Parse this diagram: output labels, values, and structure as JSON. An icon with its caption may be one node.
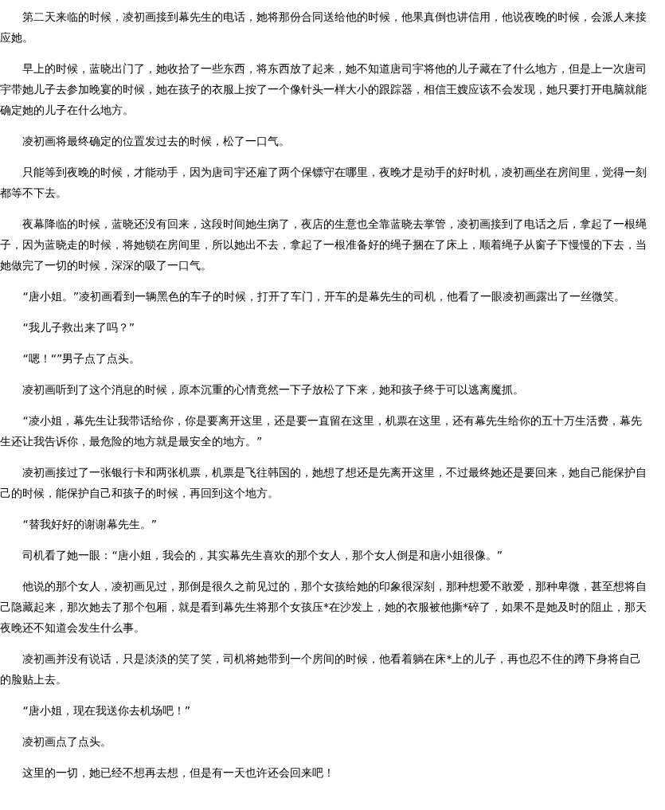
{
  "diagram": {
    "labels": [
      "第二天来临的时候，凌初画接到幕先生的电话，她将那份合同送给他的时候，他果真倒也讲信用，他说夜晚的时候，会派人来接应她。",
      "早上的时候，蓝晓出门了，她收拾了一些东西，将东西放了起来，她不知道唐司宇将他的儿子藏在了什么地方，但是上一次唐司宇带她儿子去参加晚宴的时候，她在孩子的衣服上按了一个像针头一样大小的跟踪器，相信王嫂应该不会发现，她只要打开电脑就能确定她的儿子在什么地方。",
      "凌初画将最终确定的位置发过去的时候，松了一口气。",
      "只能等到夜晚的时候，才能动手，因为唐司宇还雇了两个保镖守在哪里，夜晚才是动手的好时机，凌初画坐在房间里，觉得一刻都等不下去。",
      "夜幕降临的时候，蓝晓还没有回来，这段时间她生病了，夜店的生意也全靠蓝晓去掌管，凌初画接到了电话之后，拿起了一根绳子，因为蓝晓走的时候，将她锁在房间里，所以她出不去，拿起了一根准备好的绳子捆在了床上，顺着绳子从窗子下慢慢的下去，当她做完了一切的时候，深深的吸了一口气。",
      "“唐小姐。”凌初画看到一辆黑色的车子的时候，打开了车门，开车的是幕先生的司机，他看了一眼凌初画露出了一丝微笑。",
      "“我儿子救出来了吗？”",
      "“嗯！“”男子点了点头。",
      "凌初画听到了这个消息的时候，原本沉重的心情竟然一下子放松了下来，她和孩子终于可以逃离魔抓。",
      "“凌小姐，幕先生让我带话给你，你是要离开这里，还是要一直留在这里，机票在这里，还有幕先生给你的五十万生活费，幕先生还让我告诉你，最危险的地方就是最安全的地方。”",
      "凌初画接过了一张银行卡和两张机票，机票是飞往韩国的，她想了想还是先离开这里，不过最终她还是要回来，她自己能保护自己的时候，能保护自己和孩子的时候，再回到这个地方。",
      "“替我好好的谢谢幕先生。”",
      "司机看了她一眼：“唐小姐，我会的，其实幕先生喜欢的那个女人，那个女人倒是和唐小姐很像。”",
      "他说的那个女人，凌初画见过，那倒是很久之前见过的，那个女孩给她的印象很深刻，那种想爱不敢爱，那种卑微，甚至想将自己隐藏起来，那次她去了那个包厢，就是看到幕先生将那个女孩压*在沙发上，她的衣服被他撕*碎了，如果不是她及时的阻止，那天夜晚还不知道会发生什么事。",
      "凌初画并没有说话，只是淡淡的笑了笑，司机将她带到一个房间的时候，他看着躺在床*上的儿子，再也忍不住的蹲下身将自己的脸贴上去。",
      "“唐小姐，现在我送你去机场吧！”",
      "凌初画点了点头。",
      "这里的一切，她已经不想再去想，但是有一天也许还会回来吧！"
    ]
  }
}
